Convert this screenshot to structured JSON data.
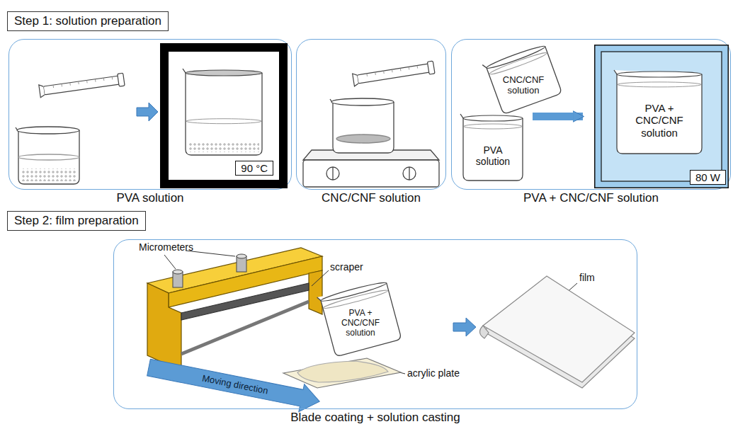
{
  "diagram": {
    "nodes": [
      {
        "text": [
          "Step 1: solution preparation"
        ]
      },
      {
        "text": [
          "PVA solution"
        ]
      },
      {
        "text": [
          "90 °C"
        ],
        "in": 1
      },
      {
        "text": [
          "CNC/CNF solution"
        ]
      },
      {
        "text": [
          "PVA + CNC/CNF solution"
        ]
      },
      {
        "text": [
          "CNC/CNF solution"
        ],
        "in": 4
      },
      {
        "text": [
          "PVA solution"
        ],
        "in": 4
      },
      {
        "text": [
          "80 W"
        ],
        "in": 4
      },
      {
        "text": [
          "PVA + CNC/CNF solution"
        ],
        "in": 7
      },
      {
        "text": [
          "Step 2: film preparation"
        ]
      },
      {
        "text": [
          "Blade coating + solution casting"
        ]
      },
      {
        "text": [
          "PVA + CNC/CNF solution"
        ],
        "in": 10
      }
    ],
    "edges": [
      {
        "from": 6,
        "to": 7,
        "arrow": "to"
      }
    ],
    "labels": [
      "Micrometers",
      "scraper",
      "acrylic plate",
      "film",
      "Moving direction"
    ]
  }
}
